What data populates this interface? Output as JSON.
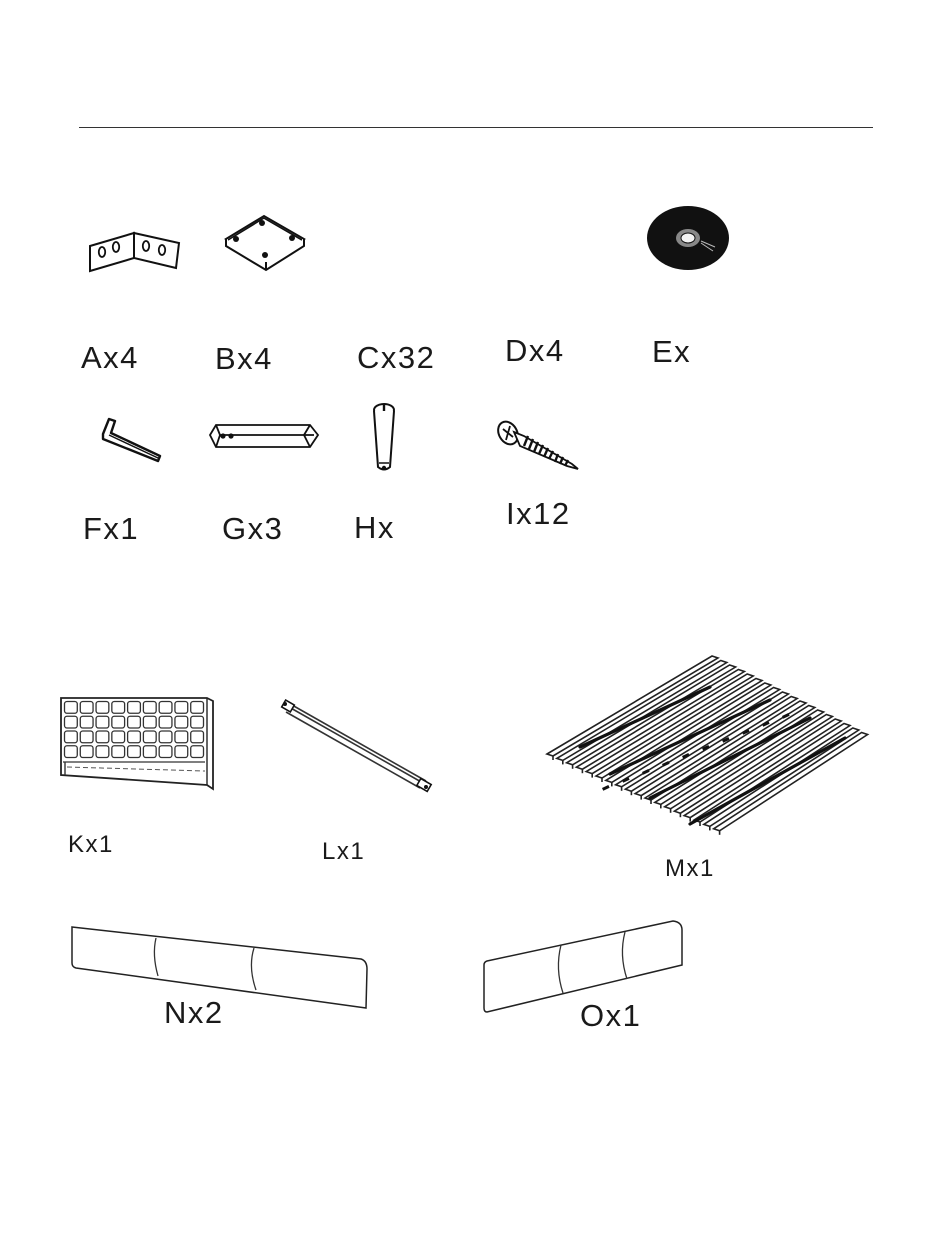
{
  "parts": [
    {
      "id": "A",
      "label": "Ax4",
      "icon": "l-bracket-icon"
    },
    {
      "id": "B",
      "label": "Bx4",
      "icon": "corner-bracket-icon"
    },
    {
      "id": "C",
      "label": "Cx32",
      "icon": ""
    },
    {
      "id": "D",
      "label": "Dx4",
      "icon": ""
    },
    {
      "id": "E",
      "label": "Ex",
      "icon": "felt-pad-icon"
    },
    {
      "id": "F",
      "label": "Fx1",
      "icon": "allen-key-icon"
    },
    {
      "id": "G",
      "label": "Gx3",
      "icon": "support-bar-icon"
    },
    {
      "id": "H",
      "label": "Hx",
      "icon": "tapered-leg-icon"
    },
    {
      "id": "I",
      "label": "Ix12",
      "icon": "wood-screw-icon"
    },
    {
      "id": "K",
      "label": "Kx1",
      "icon": "tufted-headboard-icon"
    },
    {
      "id": "L",
      "label": "Lx1",
      "icon": "center-rail-icon"
    },
    {
      "id": "M",
      "label": "Mx1",
      "icon": "slat-roll-icon"
    },
    {
      "id": "N",
      "label": "Nx2",
      "icon": "side-rail-panel-icon"
    },
    {
      "id": "O",
      "label": "Ox1",
      "icon": "footboard-panel-icon"
    }
  ]
}
